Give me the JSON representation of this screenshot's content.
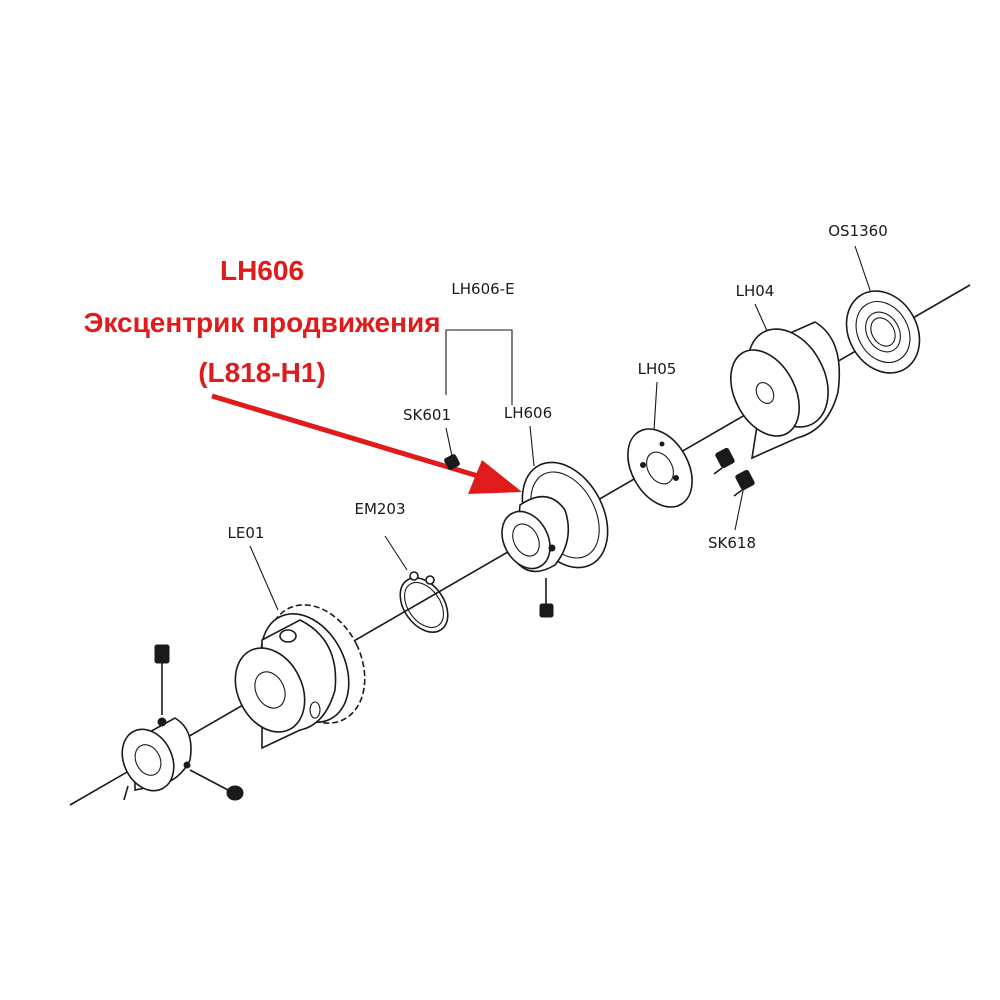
{
  "callout": {
    "part_number": "LH606",
    "description": "Эксцентрик продвижения",
    "model": "(L818-H1)",
    "color": "#e01b1b"
  },
  "part_labels": {
    "os1360": "OS1360",
    "lh04": "LH04",
    "lh05": "LH05",
    "lh606_e": "LH606-E",
    "lh606": "LH606",
    "sk601": "SK601",
    "sk618": "SK618",
    "em203": "EM203",
    "le01": "LE01"
  }
}
